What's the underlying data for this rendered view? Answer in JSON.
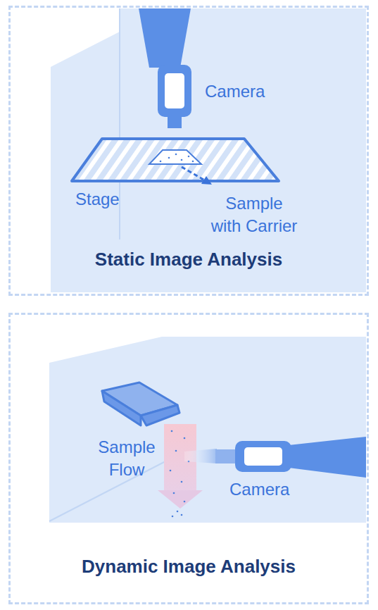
{
  "diagram": {
    "nodes": [
      {
        "text": [
          "Static Image Analysis"
        ]
      },
      {
        "text": [
          "Dynamic Image Analysis"
        ]
      }
    ],
    "labels": [
      "Camera",
      "Stage",
      "Sample with Carrier",
      "Sample Flow",
      "Camera"
    ]
  }
}
